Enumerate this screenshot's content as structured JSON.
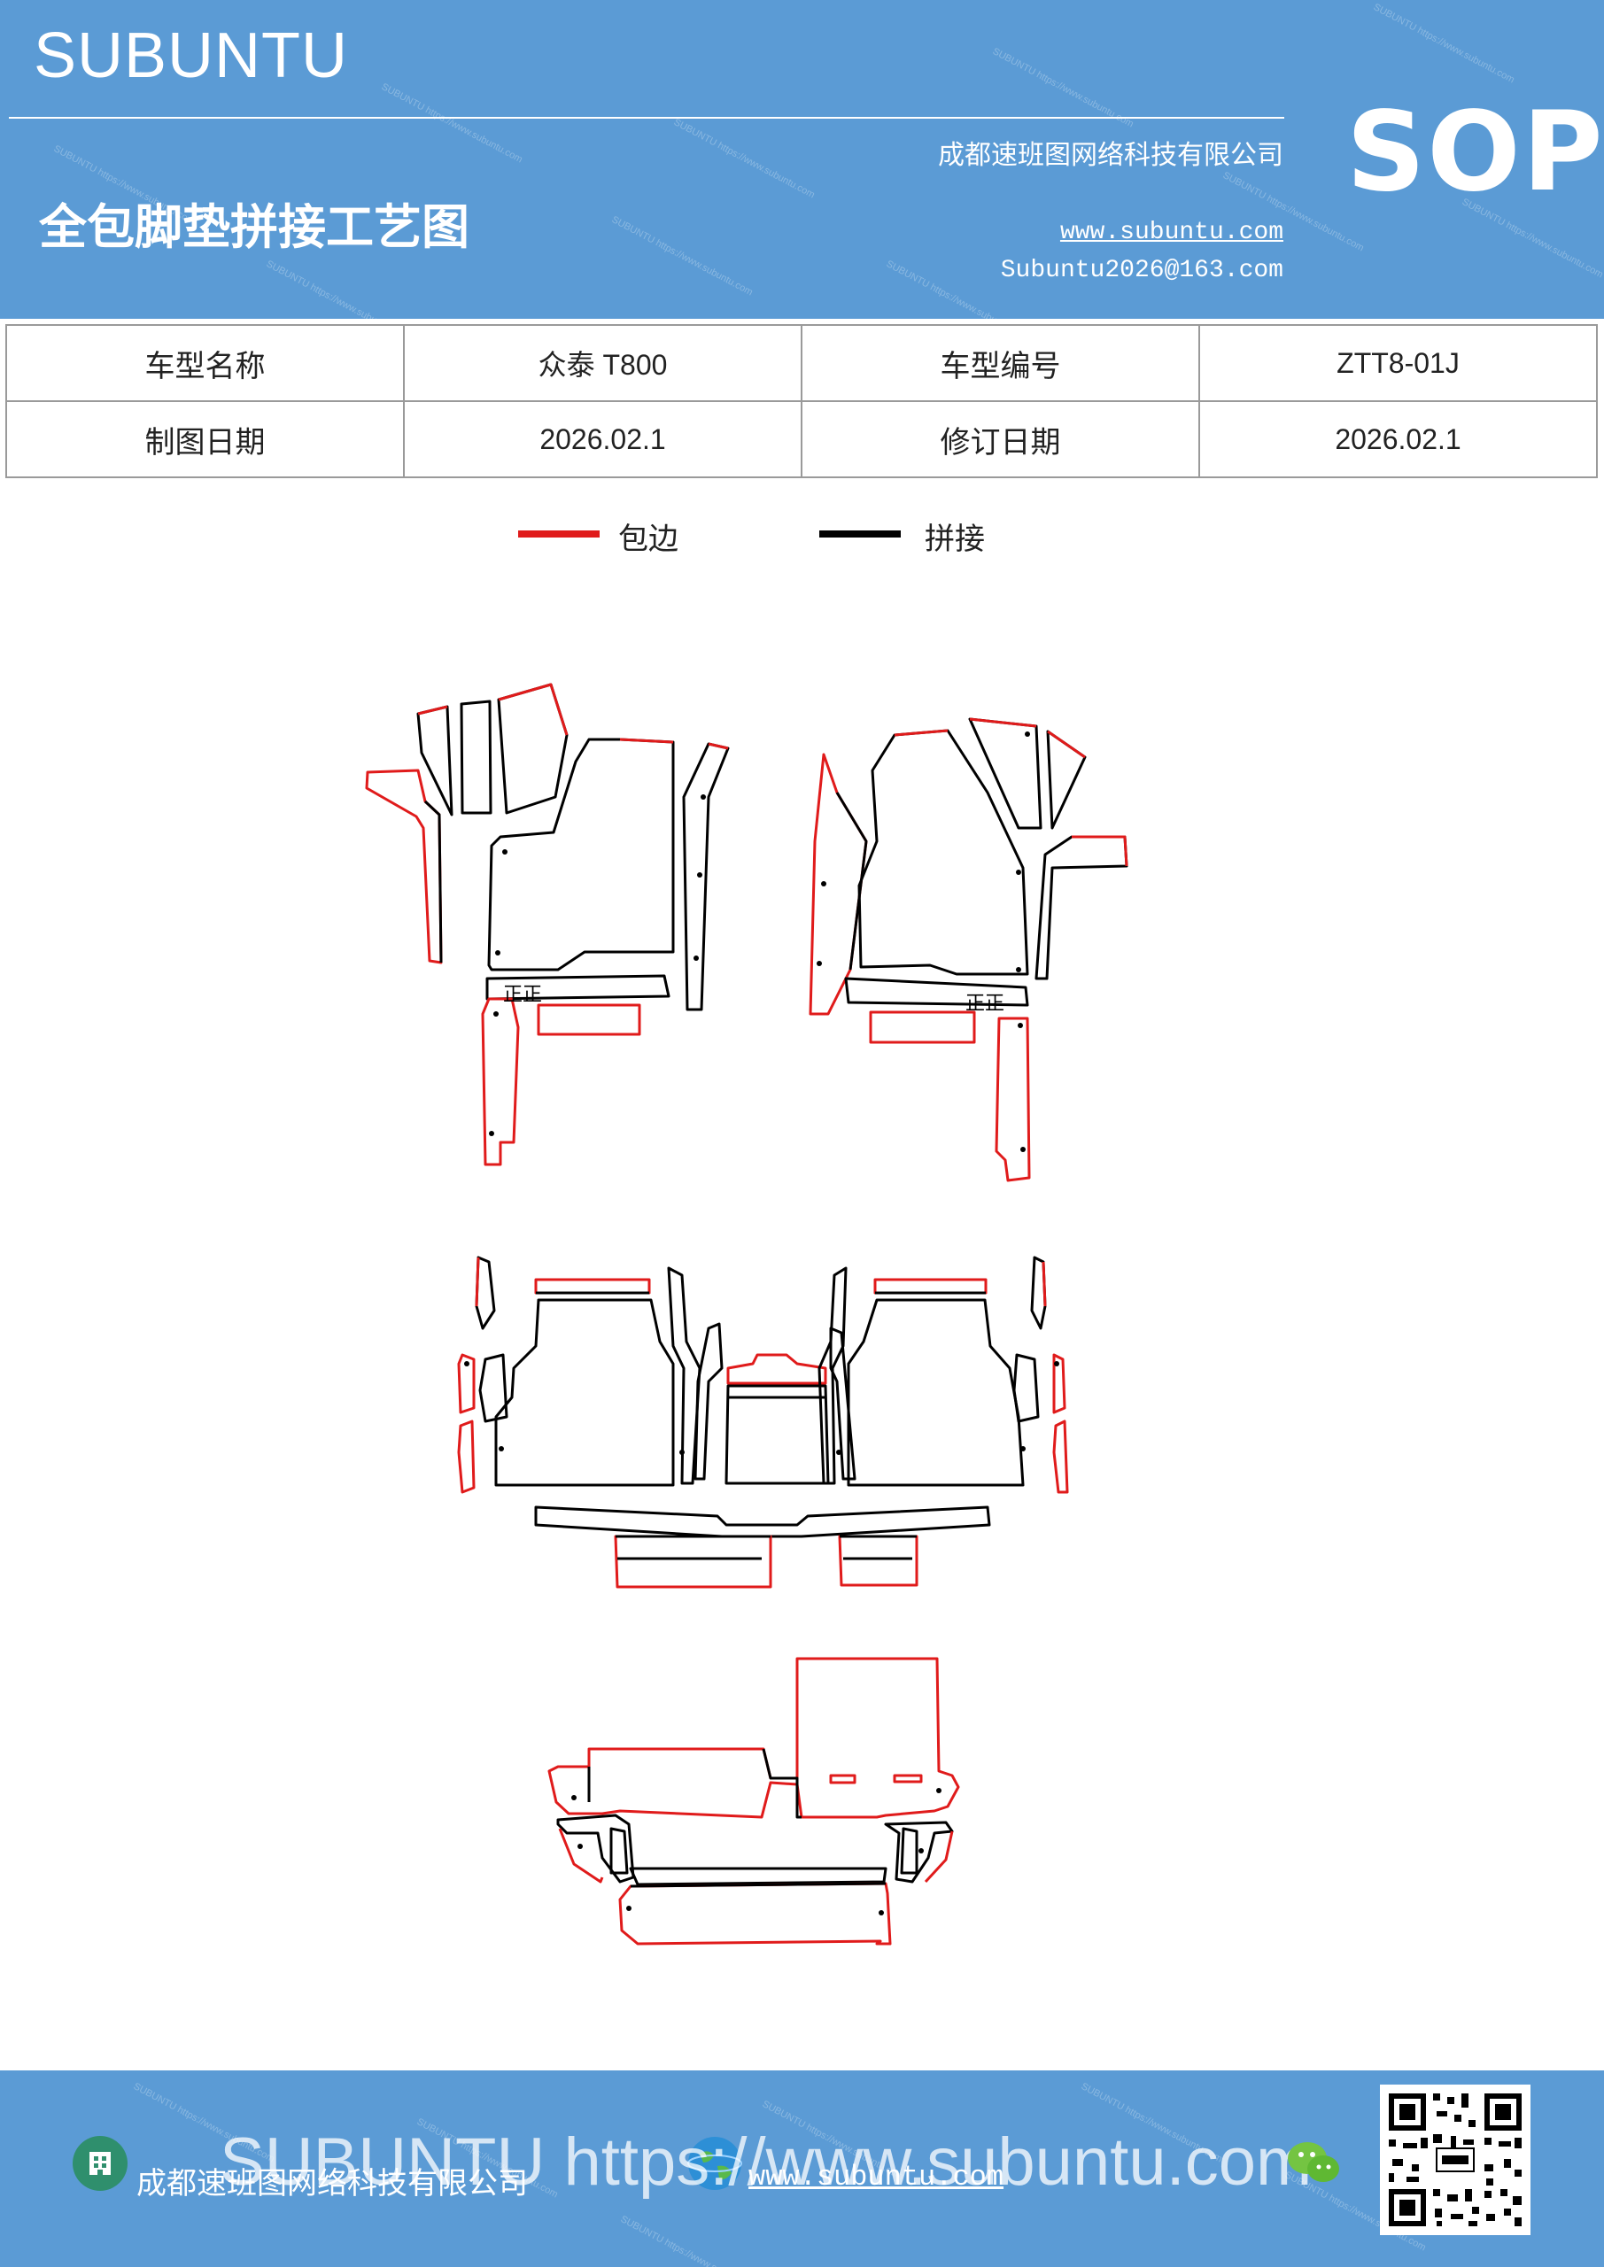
{
  "header": {
    "brand": "SUBUNTU",
    "title": "全包脚垫拼接工艺图",
    "company": "成都速班图网络科技有限公司",
    "website": "www.subuntu.com",
    "email": "Subuntu2026@163.com",
    "badge": "SOP",
    "background_color": "#5b9bd5"
  },
  "info_table": {
    "rows": [
      {
        "label1": "车型名称",
        "value1": "众泰 T800",
        "label2": "车型编号",
        "value2": "ZTT8-01J"
      },
      {
        "label1": "制图日期",
        "value1": "2026.02.1",
        "label2": "修订日期",
        "value2": "2026.02.1"
      }
    ]
  },
  "legend": [
    {
      "label": "包边",
      "color": "#e01b1b"
    },
    {
      "label": "拼接",
      "color": "#000000"
    }
  ],
  "diagram": {
    "part_marks": "正正",
    "edge_color": "#e01b1b",
    "seam_color": "#000000"
  },
  "footer": {
    "company": "成都速班图网络科技有限公司",
    "website": "www.subuntu.com",
    "watermark": "SUBUNTU https://www.subuntu.com",
    "icons": [
      "building-icon",
      "globe-icon",
      "wechat-icon",
      "qr-code"
    ]
  }
}
